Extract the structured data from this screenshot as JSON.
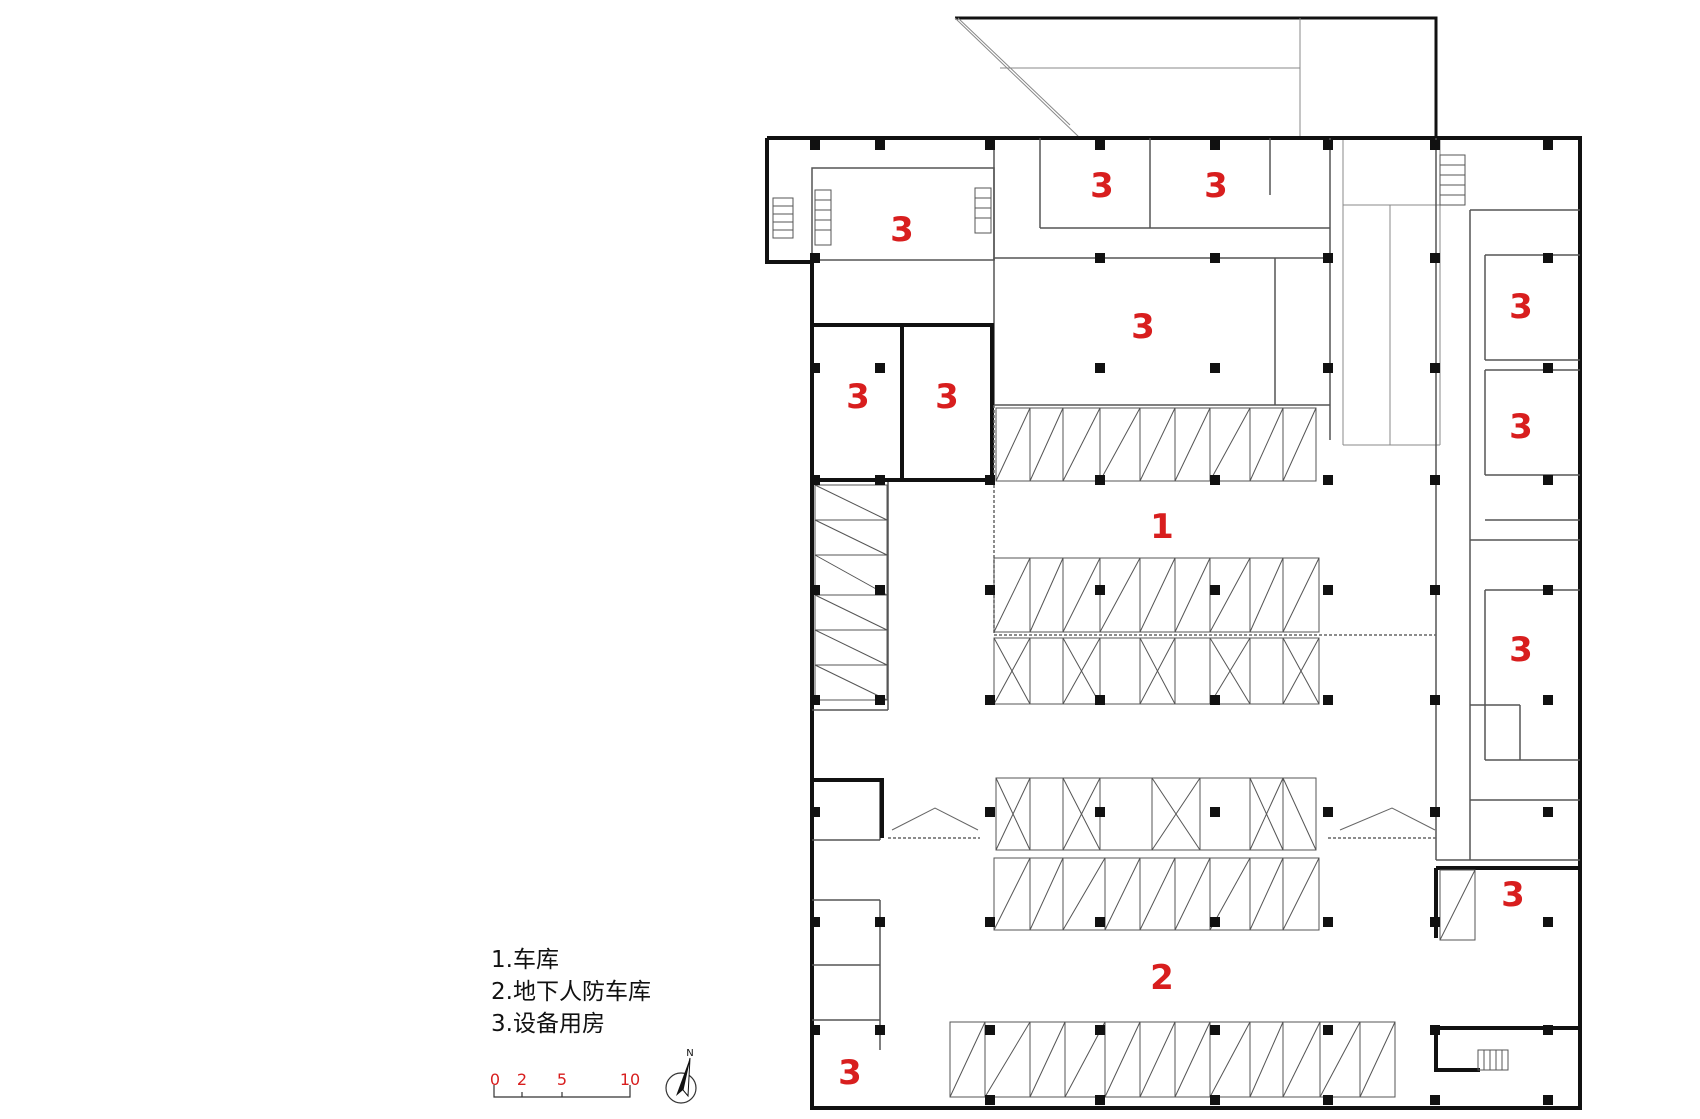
{
  "legend": {
    "items": [
      "1.车库",
      "2.地下人防车库",
      "3.设备用房"
    ]
  },
  "scale_bar": {
    "ticks": [
      "0",
      "2",
      "5",
      "10"
    ]
  },
  "north_arrow": {
    "label": "N",
    "icon": "north-arrow-icon"
  },
  "colors": {
    "room_label": "#d81e1e",
    "wall": "#111111",
    "line": "#555555"
  },
  "rooms": [
    {
      "id": "garage",
      "label": "1"
    },
    {
      "id": "civil-defense-garage",
      "label": "2"
    },
    {
      "id": "equip-top-1",
      "label": "3"
    },
    {
      "id": "equip-top-2",
      "label": "3"
    },
    {
      "id": "equip-top-left",
      "label": "3"
    },
    {
      "id": "equip-mid",
      "label": "3"
    },
    {
      "id": "equip-bold-left",
      "label": "3"
    },
    {
      "id": "equip-bold-right",
      "label": "3"
    },
    {
      "id": "equip-right-1",
      "label": "3"
    },
    {
      "id": "equip-right-2",
      "label": "3"
    },
    {
      "id": "equip-right-3",
      "label": "3"
    },
    {
      "id": "equip-right-4",
      "label": "3"
    },
    {
      "id": "equip-bottom-left",
      "label": "3"
    }
  ]
}
